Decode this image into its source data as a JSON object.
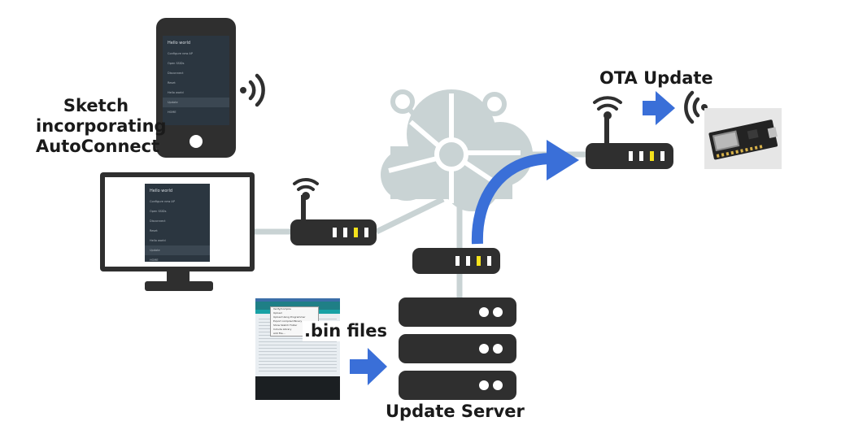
{
  "labels": {
    "sketch_line1": "Sketch",
    "sketch_line2": "incorporating",
    "sketch_line3": "AutoConnect",
    "ota": "OTA Update",
    "bin": ".bin files",
    "server": "Update Server"
  },
  "portal_menu": {
    "title": "Hello world",
    "items": [
      "Configure new AP",
      "Open SSIDs",
      "Disconnect",
      "Reset",
      "Hello world",
      "Update",
      "HOME"
    ],
    "selected_index": 5
  },
  "ide_menu_items": [
    "Verify/Compile",
    "Upload",
    "Upload Using Programmer",
    "Export compiled Binary",
    "Show Sketch Folder",
    "Include Library",
    "Add File..."
  ],
  "colors": {
    "device": "#2f2f2f",
    "network_line": "#c9d3d4",
    "cloud": "#c9d3d4",
    "arrow": "#3a6fd8",
    "led_lit": "#f5e21c",
    "led": "#ffffff"
  },
  "icons": [
    "smartphone-icon",
    "monitor-icon",
    "router-icon",
    "cloud-icon",
    "server-icon",
    "wifi-signal-icon",
    "arrow-icon",
    "esp8266-board-image",
    "arduino-ide-screenshot"
  ]
}
